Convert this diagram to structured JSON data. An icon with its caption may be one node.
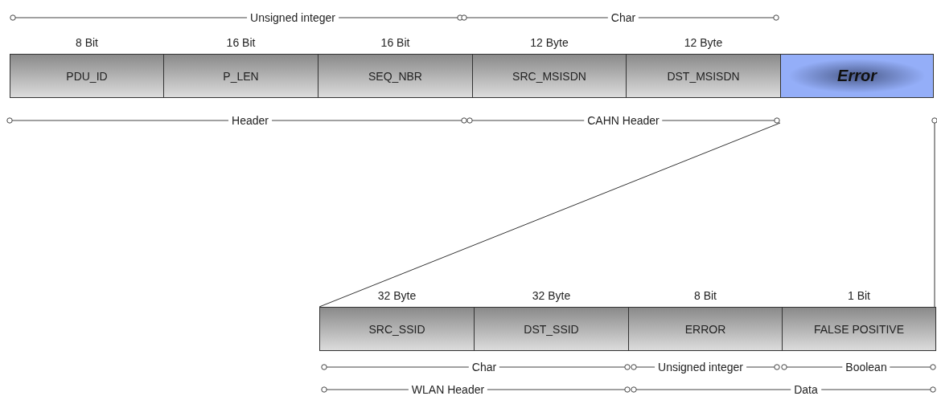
{
  "diagram": {
    "nodes": [
      {
        "text": [
          "PDU_ID"
        ],
        "beside": [
          "8 Bit"
        ]
      },
      {
        "text": [
          "P_LEN"
        ],
        "beside": [
          "16 Bit"
        ]
      },
      {
        "text": [
          "SEQ_NBR"
        ],
        "beside": [
          "16 Bit"
        ]
      },
      {
        "text": [
          "SRC_MSISDN"
        ],
        "beside": [
          "12 Byte"
        ]
      },
      {
        "text": [
          "DST_MSISDN"
        ],
        "beside": [
          "12 Byte"
        ]
      },
      {
        "text": [
          "Error"
        ]
      },
      {
        "text": [
          "SRC_SSID"
        ],
        "beside": [
          "32 Byte"
        ]
      },
      {
        "text": [
          "DST_SSID"
        ],
        "beside": [
          "32 Byte"
        ]
      },
      {
        "text": [
          "ERROR"
        ],
        "beside": [
          "8 Bit"
        ]
      },
      {
        "text": [
          "FALSE POSITIVE"
        ],
        "beside": [
          "1 Bit"
        ]
      }
    ],
    "edges": [],
    "labels": [
      "Unsigned integer",
      "Char",
      "Header",
      "CAHN Header",
      "Char",
      "Unsigned integer",
      "Boolean",
      "WLAN Header",
      "Data"
    ]
  }
}
